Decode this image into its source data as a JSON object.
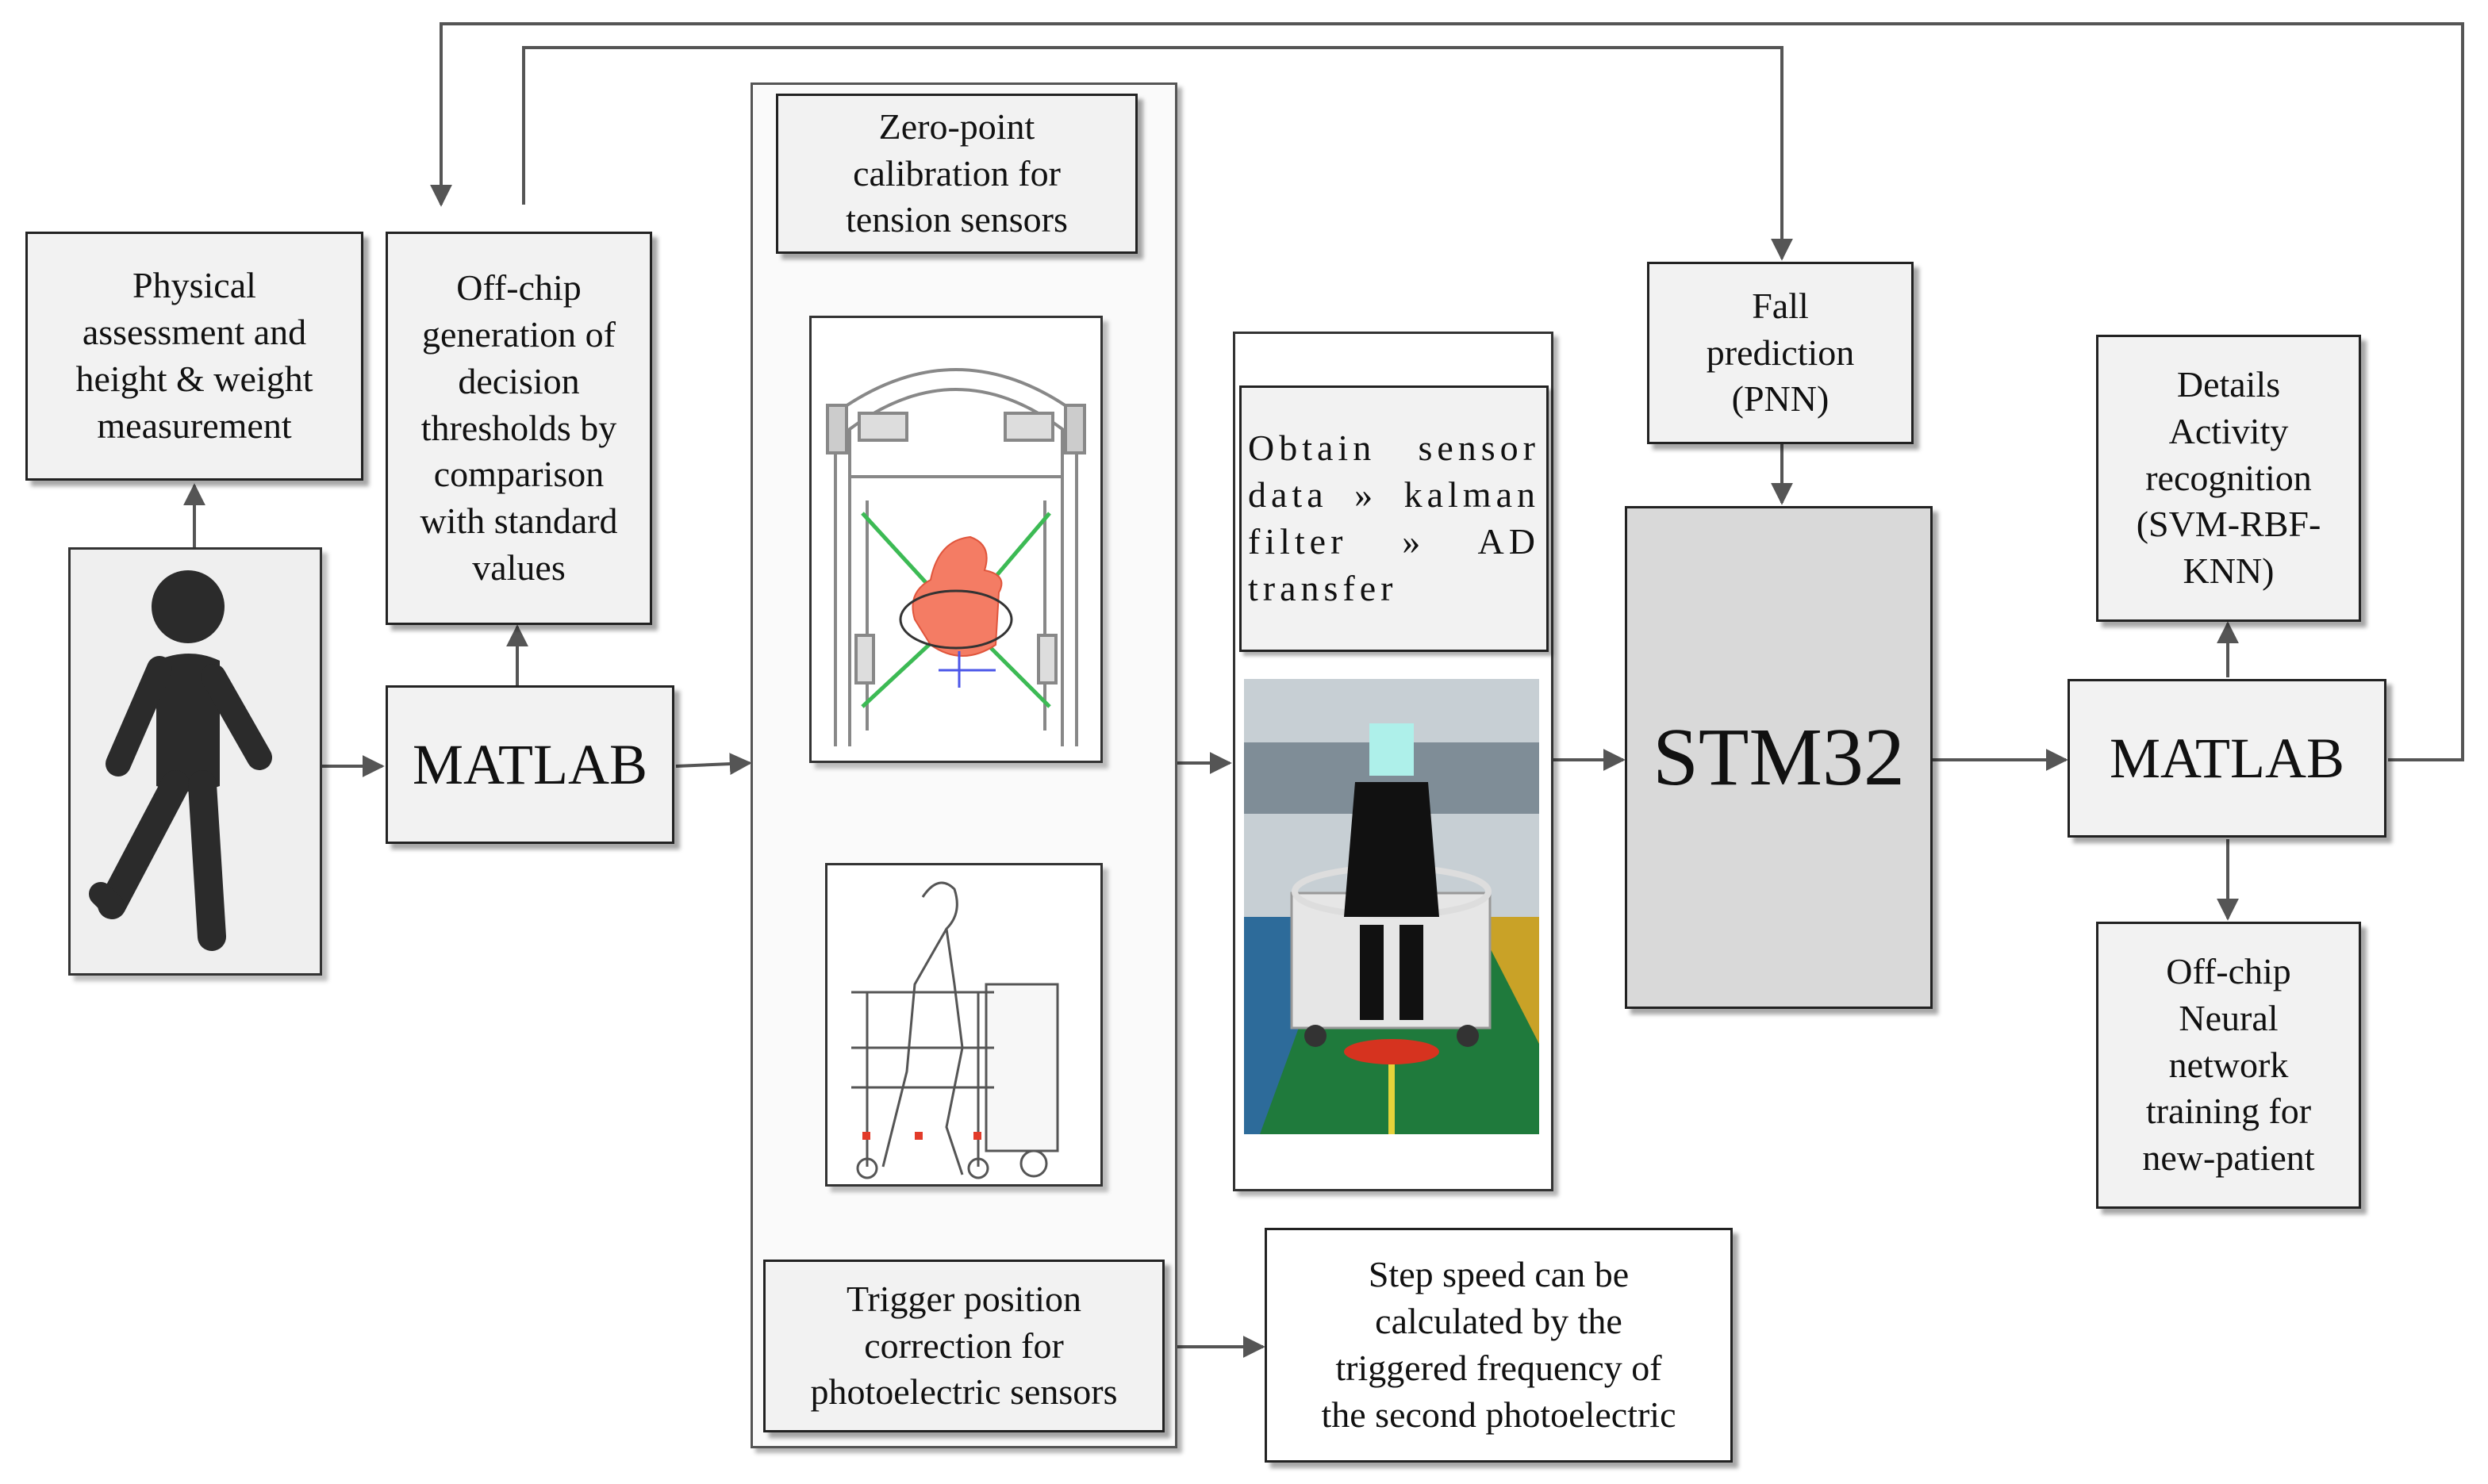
{
  "labels": {
    "physical_assessment": "Physical\nassessment and\nheight & weight\nmeasurement",
    "offchip_thresholds": "Off-chip\ngeneration of\ndecision\nthresholds by\ncomparison\nwith standard\nvalues",
    "matlab_left": "MATLAB",
    "zero_point": "Zero-point\ncalibration for\ntension sensors",
    "trigger_position": "Trigger position\ncorrection for\nphotoelectric sensors",
    "step_speed": "Step speed can be\ncalculated by the\ntriggered frequency of\nthe second photoelectric",
    "obtain_sensor": "Obtain sensor data » kalman filter » AD transfer",
    "fall_prediction": "Fall\nprediction\n(PNN)",
    "stm32": "STM32",
    "details_activity": "Details\nActivity\nrecognition\n(SVM-RBF-\nKNN)",
    "matlab_right": "MATLAB",
    "offchip_nn": "Off-chip\nNeural\nnetwork\ntraining for\nnew-patient"
  },
  "icons": {
    "walking_person": "walking-person-icon",
    "walker_top_view": "walker-top-view-drawing",
    "walker_side_view": "walker-side-view-drawing",
    "patient_photo": "patient-walker-photo"
  },
  "colors": {
    "box_fill": "#f2f2f2",
    "stm32_fill": "#d9d9d9",
    "arrow": "#555555",
    "figure_icon": "#2b2b2b",
    "patient_body": "#f47c64",
    "floor_green": "#1f7a3c",
    "tension_green": "#3cba54"
  }
}
